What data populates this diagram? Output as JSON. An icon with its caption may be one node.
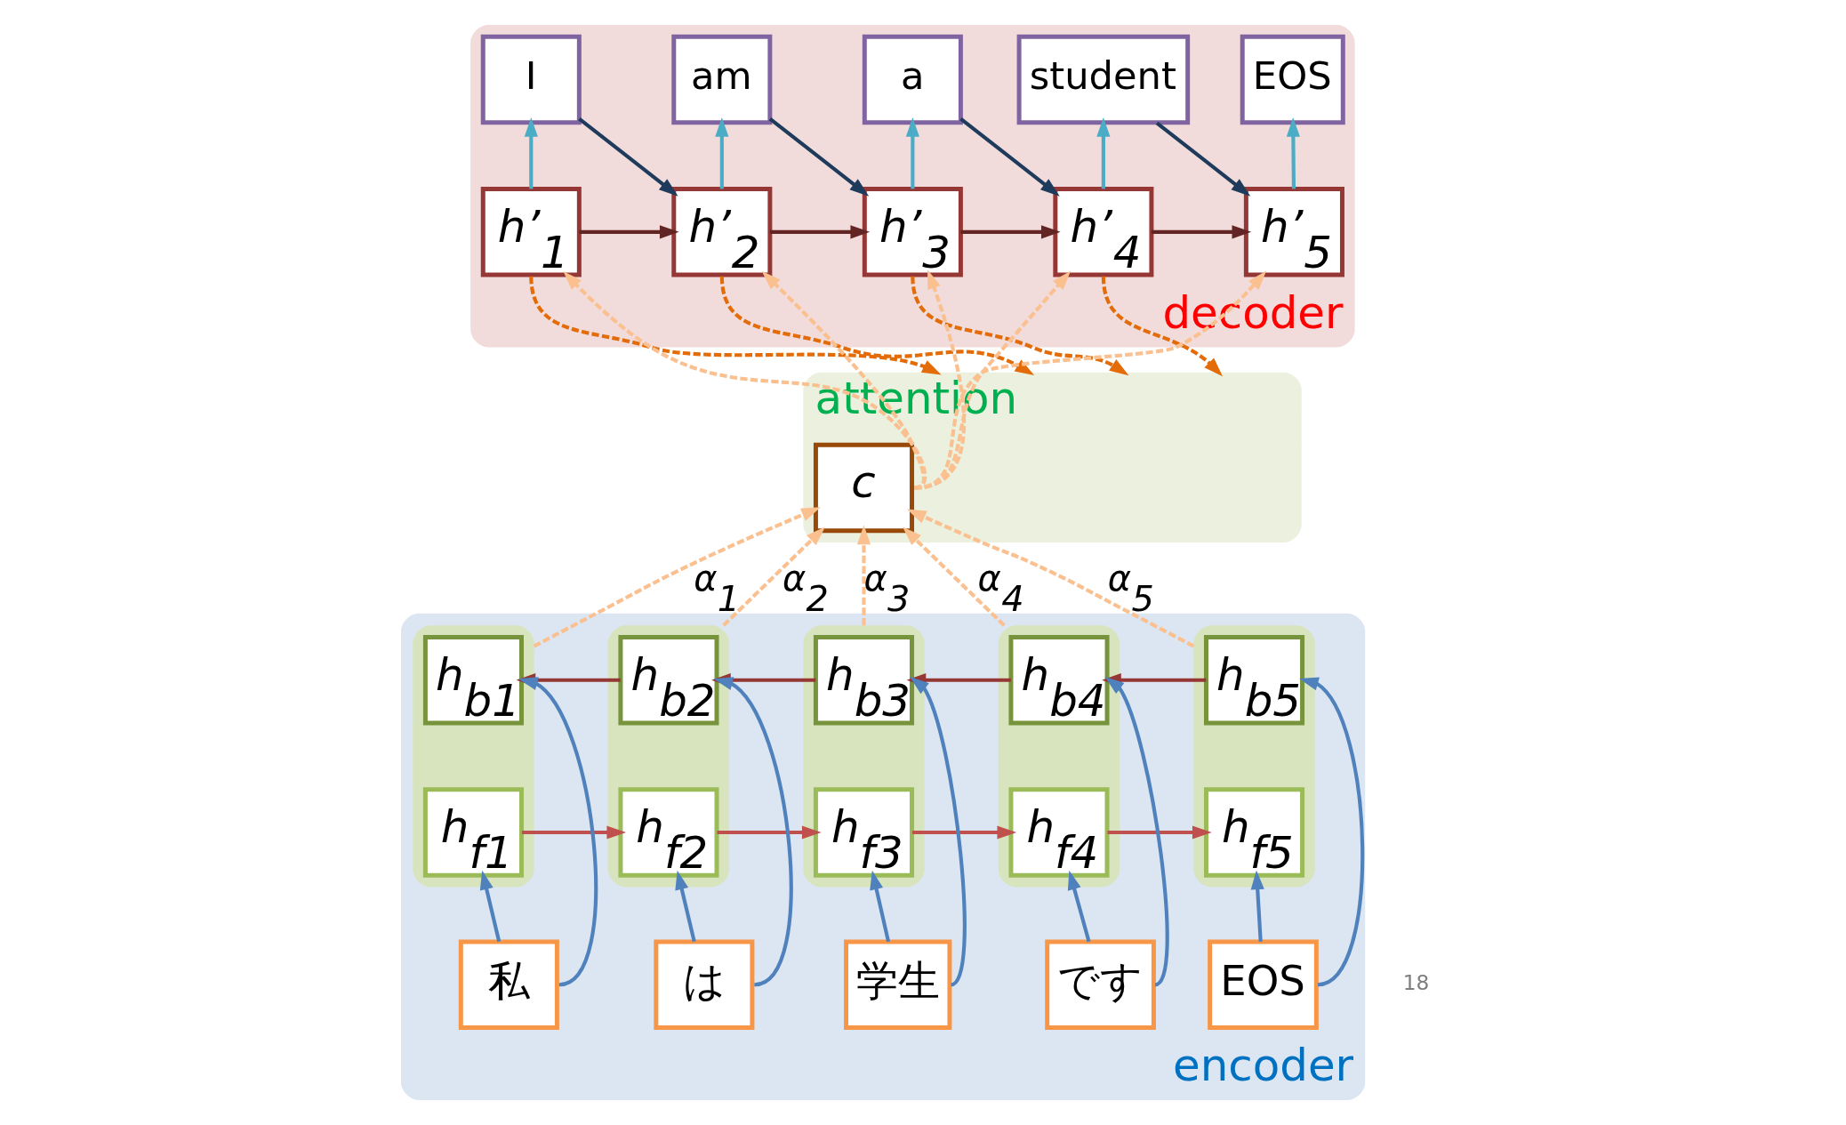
{
  "diagram": {
    "nodes": [
      {
        "text": [
          "decoder"
        ]
      },
      {
        "text": [
          "I"
        ],
        "in": 0
      },
      {
        "text": [
          "am"
        ],
        "in": 0
      },
      {
        "text": [
          "a"
        ],
        "in": 0
      },
      {
        "text": [
          "student"
        ],
        "in": 0
      },
      {
        "text": [
          "EOS"
        ],
        "in": 0
      },
      {
        "text": [
          "h’$_{1}$"
        ],
        "in": 0
      },
      {
        "text": [
          "h’$_{2}$"
        ],
        "in": 0
      },
      {
        "text": [
          "h’$_{3}$"
        ],
        "in": 0
      },
      {
        "text": [
          "h’$_{4}$"
        ],
        "in": 0
      },
      {
        "text": [
          "h’$_{5}$"
        ],
        "in": 0
      },
      {
        "text": [
          "attention"
        ]
      },
      {
        "text": [
          "c"
        ],
        "in": 11
      },
      {
        "text": [
          "encoder"
        ]
      },
      {
        "text": [],
        "shape": "box",
        "in": 13
      },
      {
        "text": [
          "h$_{b1}$"
        ],
        "in": 14
      },
      {
        "text": [
          "h$_{f1}$"
        ],
        "in": 14
      },
      {
        "text": [],
        "shape": "box",
        "in": 13
      },
      {
        "text": [
          "h$_{b2}$"
        ],
        "in": 17
      },
      {
        "text": [
          "h$_{f2}$"
        ],
        "in": 17
      },
      {
        "text": [],
        "shape": "box",
        "in": 13
      },
      {
        "text": [
          "h$_{b3}$"
        ],
        "in": 20
      },
      {
        "text": [
          "h$_{f3}$"
        ],
        "in": 20
      },
      {
        "text": [],
        "shape": "box",
        "in": 13
      },
      {
        "text": [
          "h$_{b4}$"
        ],
        "in": 23
      },
      {
        "text": [
          "h$_{f4}$"
        ],
        "in": 23
      },
      {
        "text": [],
        "shape": "box",
        "in": 13
      },
      {
        "text": [
          "h$_{b5}$"
        ],
        "in": 26
      },
      {
        "text": [
          "h$_{f5}$"
        ],
        "in": 26
      },
      {
        "text": [
          "私"
        ],
        "in": 13
      },
      {
        "text": [
          "は"
        ],
        "in": 13
      },
      {
        "text": [
          "学生"
        ],
        "in": 13
      },
      {
        "text": [
          "です"
        ],
        "in": 13
      },
      {
        "text": [
          "EOS"
        ],
        "in": 13
      }
    ],
    "edges": [
      {
        "from": 6,
        "to": 1,
        "arrow": "to",
        "color": "#4bacc6"
      },
      {
        "from": 7,
        "to": 2,
        "arrow": "to",
        "color": "#4bacc6"
      },
      {
        "from": 8,
        "to": 3,
        "arrow": "to",
        "color": "#4bacc6"
      },
      {
        "from": 9,
        "to": 4,
        "arrow": "to",
        "color": "#4bacc6"
      },
      {
        "from": 10,
        "to": 5,
        "arrow": "to",
        "color": "#4bacc6"
      },
      {
        "from": 1,
        "to": 7,
        "arrow": "to",
        "color": "#1f3b5c"
      },
      {
        "from": 2,
        "to": 8,
        "arrow": "to",
        "color": "#1f3b5c"
      },
      {
        "from": 3,
        "to": 9,
        "arrow": "to",
        "color": "#1f3b5c"
      },
      {
        "from": 4,
        "to": 10,
        "arrow": "to",
        "color": "#1f3b5c"
      },
      {
        "from": 6,
        "to": 7,
        "arrow": "to",
        "color": "#632523"
      },
      {
        "from": 7,
        "to": 8,
        "arrow": "to",
        "color": "#632523"
      },
      {
        "from": 8,
        "to": 9,
        "arrow": "to",
        "color": "#632523"
      },
      {
        "from": 9,
        "to": 10,
        "arrow": "to",
        "color": "#632523"
      },
      {
        "from": 12,
        "to": 6,
        "arrow": "to",
        "style": "dashed",
        "color": "#fac090"
      },
      {
        "from": 12,
        "to": 7,
        "arrow": "to",
        "style": "dashed",
        "color": "#fac090"
      },
      {
        "from": 12,
        "to": 8,
        "arrow": "to",
        "style": "dashed",
        "color": "#fac090"
      },
      {
        "from": 12,
        "to": 9,
        "arrow": "to",
        "style": "dashed",
        "color": "#fac090"
      },
      {
        "from": 12,
        "to": 10,
        "arrow": "to",
        "style": "dashed",
        "color": "#fac090"
      },
      {
        "from": 6,
        "to": 11,
        "arrow": "to",
        "style": "dashed",
        "color": "#e36c09"
      },
      {
        "from": 7,
        "to": 11,
        "arrow": "to",
        "style": "dashed",
        "color": "#e36c09"
      },
      {
        "from": 8,
        "to": 11,
        "arrow": "to",
        "style": "dashed",
        "color": "#e36c09"
      },
      {
        "from": 9,
        "to": 11,
        "arrow": "to",
        "style": "dashed",
        "color": "#e36c09"
      },
      {
        "from": 14,
        "to": 12,
        "arrow": "to",
        "label": "α$_{1}$",
        "style": "dashed",
        "color": "#fac090"
      },
      {
        "from": 17,
        "to": 12,
        "arrow": "to",
        "label": "α$_{2}$",
        "style": "dashed",
        "color": "#fac090"
      },
      {
        "from": 20,
        "to": 12,
        "arrow": "to",
        "label": "α$_{3}$",
        "style": "dashed",
        "color": "#fac090"
      },
      {
        "from": 23,
        "to": 12,
        "arrow": "to",
        "label": "α$_{4}$",
        "style": "dashed",
        "color": "#fac090"
      },
      {
        "from": 26,
        "to": 12,
        "arrow": "to",
        "label": "α$_{5}$",
        "style": "dashed",
        "color": "#fac090"
      },
      {
        "from": 27,
        "to": 24,
        "arrow": "to",
        "color": "#953735"
      },
      {
        "from": 24,
        "to": 21,
        "arrow": "to",
        "color": "#953735"
      },
      {
        "from": 21,
        "to": 18,
        "arrow": "to",
        "color": "#953735"
      },
      {
        "from": 18,
        "to": 15,
        "arrow": "to",
        "color": "#953735"
      },
      {
        "from": 16,
        "to": 19,
        "arrow": "to",
        "color": "#c0504d"
      },
      {
        "from": 19,
        "to": 22,
        "arrow": "to",
        "color": "#c0504d"
      },
      {
        "from": 22,
        "to": 25,
        "arrow": "to",
        "color": "#c0504d"
      },
      {
        "from": 25,
        "to": 28,
        "arrow": "to",
        "color": "#c0504d"
      },
      {
        "from": 29,
        "to": 16,
        "arrow": "to",
        "color": "#4f81bd"
      },
      {
        "from": 29,
        "to": 15,
        "arrow": "to",
        "color": "#4f81bd"
      },
      {
        "from": 30,
        "to": 19,
        "arrow": "to",
        "color": "#4f81bd"
      },
      {
        "from": 30,
        "to": 18,
        "arrow": "to",
        "color": "#4f81bd"
      },
      {
        "from": 31,
        "to": 22,
        "arrow": "to",
        "color": "#4f81bd"
      },
      {
        "from": 31,
        "to": 21,
        "arrow": "to",
        "color": "#4f81bd"
      },
      {
        "from": 32,
        "to": 25,
        "arrow": "to",
        "color": "#4f81bd"
      },
      {
        "from": 32,
        "to": 24,
        "arrow": "to",
        "color": "#4f81bd"
      },
      {
        "from": 33,
        "to": 28,
        "arrow": "to",
        "color": "#4f81bd"
      },
      {
        "from": 33,
        "to": 27,
        "arrow": "to",
        "color": "#4f81bd"
      }
    ],
    "labels": [
      "18"
    ]
  }
}
